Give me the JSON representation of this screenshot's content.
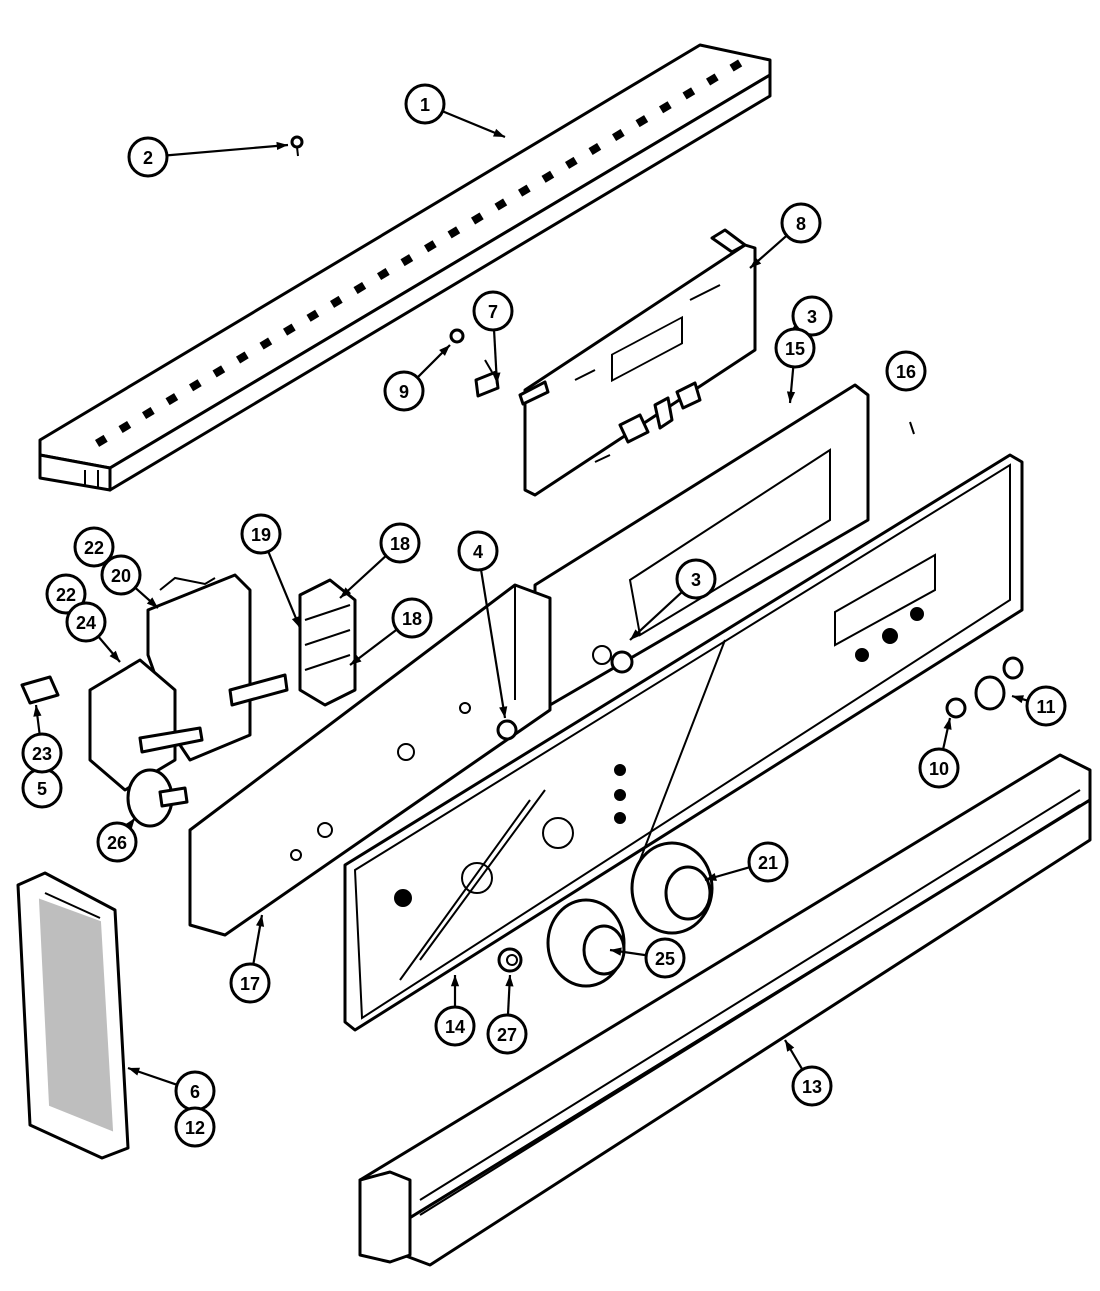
{
  "diagram": {
    "callouts": [
      {
        "id": "1",
        "label": "1"
      },
      {
        "id": "2",
        "label": "2"
      },
      {
        "id": "3a",
        "label": "3"
      },
      {
        "id": "3b",
        "label": "3"
      },
      {
        "id": "4",
        "label": "4"
      },
      {
        "id": "5",
        "label": "5"
      },
      {
        "id": "6",
        "label": "6"
      },
      {
        "id": "7",
        "label": "7"
      },
      {
        "id": "8",
        "label": "8"
      },
      {
        "id": "9",
        "label": "9"
      },
      {
        "id": "10",
        "label": "10"
      },
      {
        "id": "11",
        "label": "11"
      },
      {
        "id": "12",
        "label": "12"
      },
      {
        "id": "13",
        "label": "13"
      },
      {
        "id": "14",
        "label": "14"
      },
      {
        "id": "15",
        "label": "15"
      },
      {
        "id": "16",
        "label": "16"
      },
      {
        "id": "17",
        "label": "17"
      },
      {
        "id": "18a",
        "label": "18"
      },
      {
        "id": "18b",
        "label": "18"
      },
      {
        "id": "19",
        "label": "19"
      },
      {
        "id": "20",
        "label": "20"
      },
      {
        "id": "21",
        "label": "21"
      },
      {
        "id": "22a",
        "label": "22"
      },
      {
        "id": "22b",
        "label": "22"
      },
      {
        "id": "23",
        "label": "23"
      },
      {
        "id": "24",
        "label": "24"
      },
      {
        "id": "25",
        "label": "25"
      },
      {
        "id": "26",
        "label": "26"
      },
      {
        "id": "27",
        "label": "27"
      }
    ]
  }
}
